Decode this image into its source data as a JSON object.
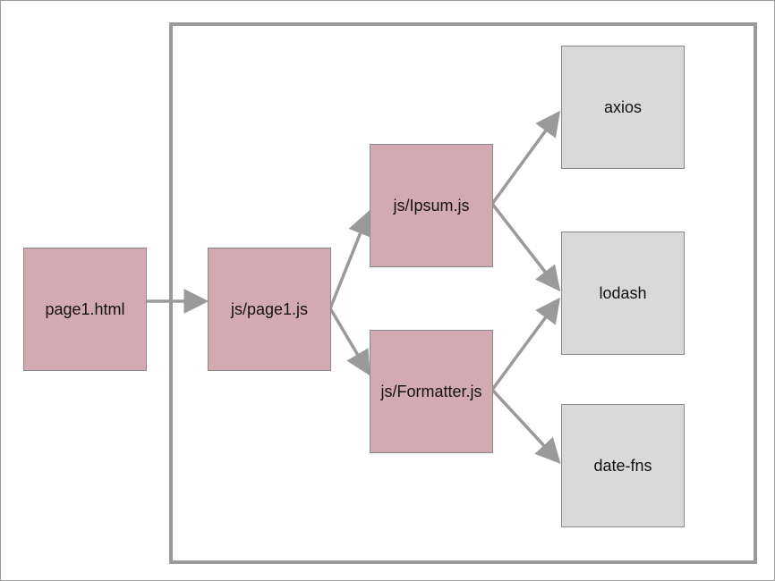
{
  "colors": {
    "local_node": "#d4aab2",
    "vendor_node": "#d9d9d9",
    "edge": "#9a9a9a",
    "frame": "#9a9a9a"
  },
  "nodes": {
    "page1_html": "page1.html",
    "page1_js": "js/page1.js",
    "ipsum_js": "js/Ipsum.js",
    "formatter_js": "js/Formatter.js",
    "axios": "axios",
    "lodash": "lodash",
    "date_fns": "date-fns"
  },
  "edges": [
    {
      "from": "page1.html",
      "to": "js/page1.js"
    },
    {
      "from": "js/page1.js",
      "to": "js/Ipsum.js"
    },
    {
      "from": "js/page1.js",
      "to": "js/Formatter.js"
    },
    {
      "from": "js/Ipsum.js",
      "to": "axios"
    },
    {
      "from": "js/Ipsum.js",
      "to": "lodash"
    },
    {
      "from": "js/Formatter.js",
      "to": "lodash"
    },
    {
      "from": "js/Formatter.js",
      "to": "date-fns"
    }
  ]
}
